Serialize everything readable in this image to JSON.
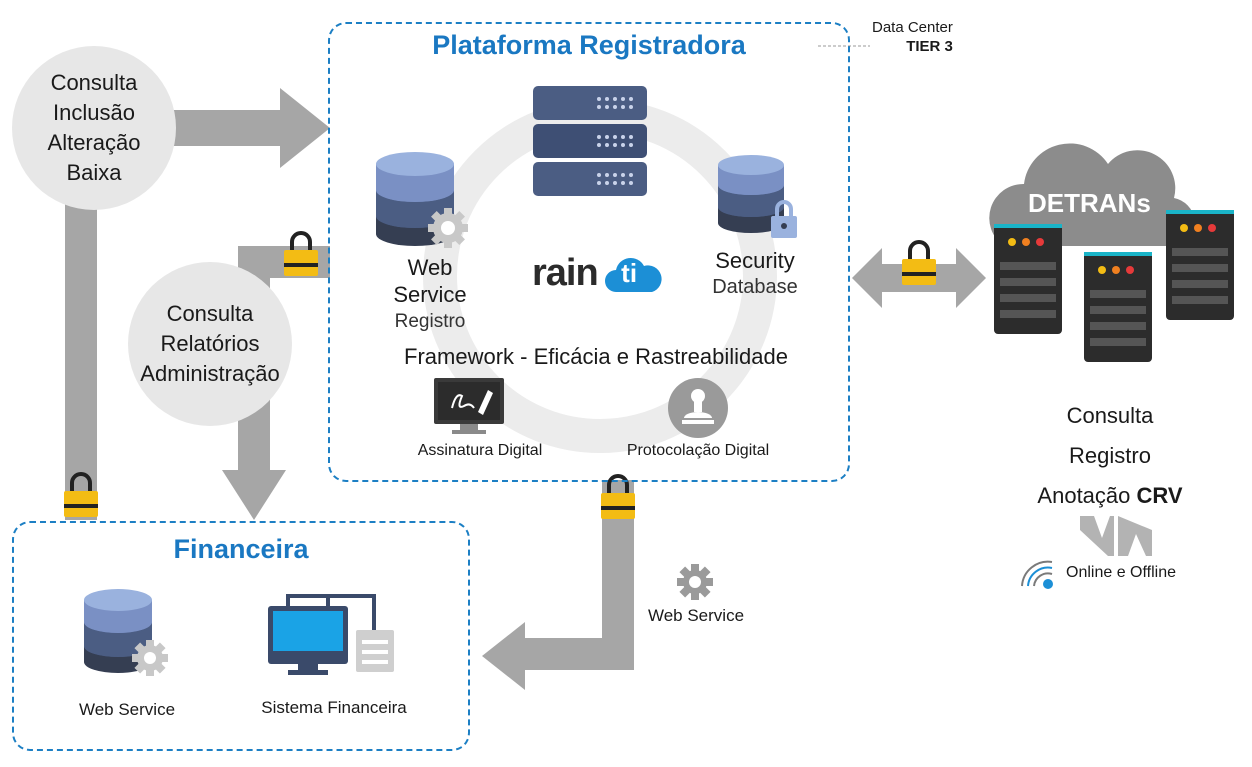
{
  "data_center": {
    "line1": "Data Center",
    "line2": "TIER 3"
  },
  "platform": {
    "title": "Plataforma Registradora",
    "logo_left": "rain",
    "logo_right": "ti",
    "web_service": {
      "line1": "Web",
      "line2": "Service",
      "line3": "Registro"
    },
    "security": {
      "line1": "Security",
      "line2": "Database"
    },
    "framework": "Framework - Eficácia e Rastreabilidade",
    "assinatura": "Assinatura Digital",
    "protocolacao": "Protocolação Digital"
  },
  "top_left_circle": {
    "lines": [
      "Consulta",
      "Inclusão",
      "Alteração",
      "Baixa"
    ]
  },
  "mid_left_circle": {
    "lines": [
      "Consulta",
      "Relatórios",
      "Administração"
    ]
  },
  "financeira": {
    "title": "Financeira",
    "web_service": "Web Service",
    "sistema": "Sistema Financeira"
  },
  "web_service_label": "Web Service",
  "detrans": {
    "title": "DETRANs",
    "consulta": "Consulta",
    "registro": "Registro",
    "anotacao": "Anotação",
    "crv": "CRV",
    "online": "Online e Offline"
  },
  "colors": {
    "accent_blue": "#1a78c2",
    "arrow_gray": "#a6a6a6",
    "lock_yellow": "#f3bc14",
    "server_blue": "#4b5d83"
  }
}
